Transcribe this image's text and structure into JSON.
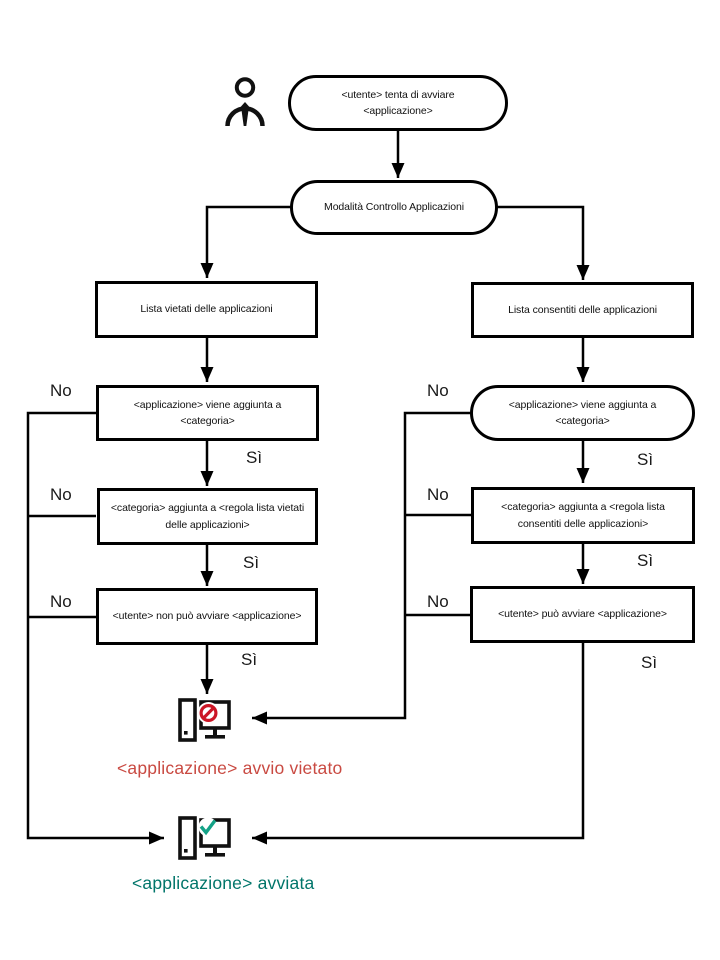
{
  "diagram_title": "Modalità Controllo Applicazioni",
  "labels": {
    "yes": "Sì",
    "no": "No"
  },
  "nodes": {
    "start": {
      "text": "<utente> tenta di avviare\n<applicazione>"
    },
    "mode": {
      "text": "Modalità Controllo Applicazioni"
    },
    "denylist": {
      "text": "Lista vietati delle applicazioni"
    },
    "allowlist": {
      "text": "Lista consentiti delle applicazioni"
    },
    "deny_added": {
      "text": "<applicazione> viene aggiunta a\n<categoria>"
    },
    "allow_added": {
      "text": "<applicazione> viene aggiunta a\n<categoria>"
    },
    "deny_rule": {
      "text": "<categoria> aggiunta a <regola lista vietati\ndelle applicazioni>"
    },
    "allow_rule": {
      "text": "<categoria> aggiunta a <regola lista\nconsentiti delle applicazioni>"
    },
    "deny_result": {
      "text": "<utente> non può avviare <applicazione>"
    },
    "allow_result": {
      "text": "<utente> può avviare <applicazione>"
    }
  },
  "outcomes": {
    "blocked": {
      "text": "<applicazione> avvio vietato",
      "color": "#c94a42"
    },
    "started": {
      "text": "<applicazione> avviata",
      "color": "#00756a"
    }
  },
  "icons": {
    "user": "user-icon",
    "blocked": "computer-blocked-icon",
    "started": "computer-check-icon"
  },
  "colors": {
    "line": "#000000",
    "prohibition_sign": "#cc1626",
    "check_mark": "#14a287"
  }
}
